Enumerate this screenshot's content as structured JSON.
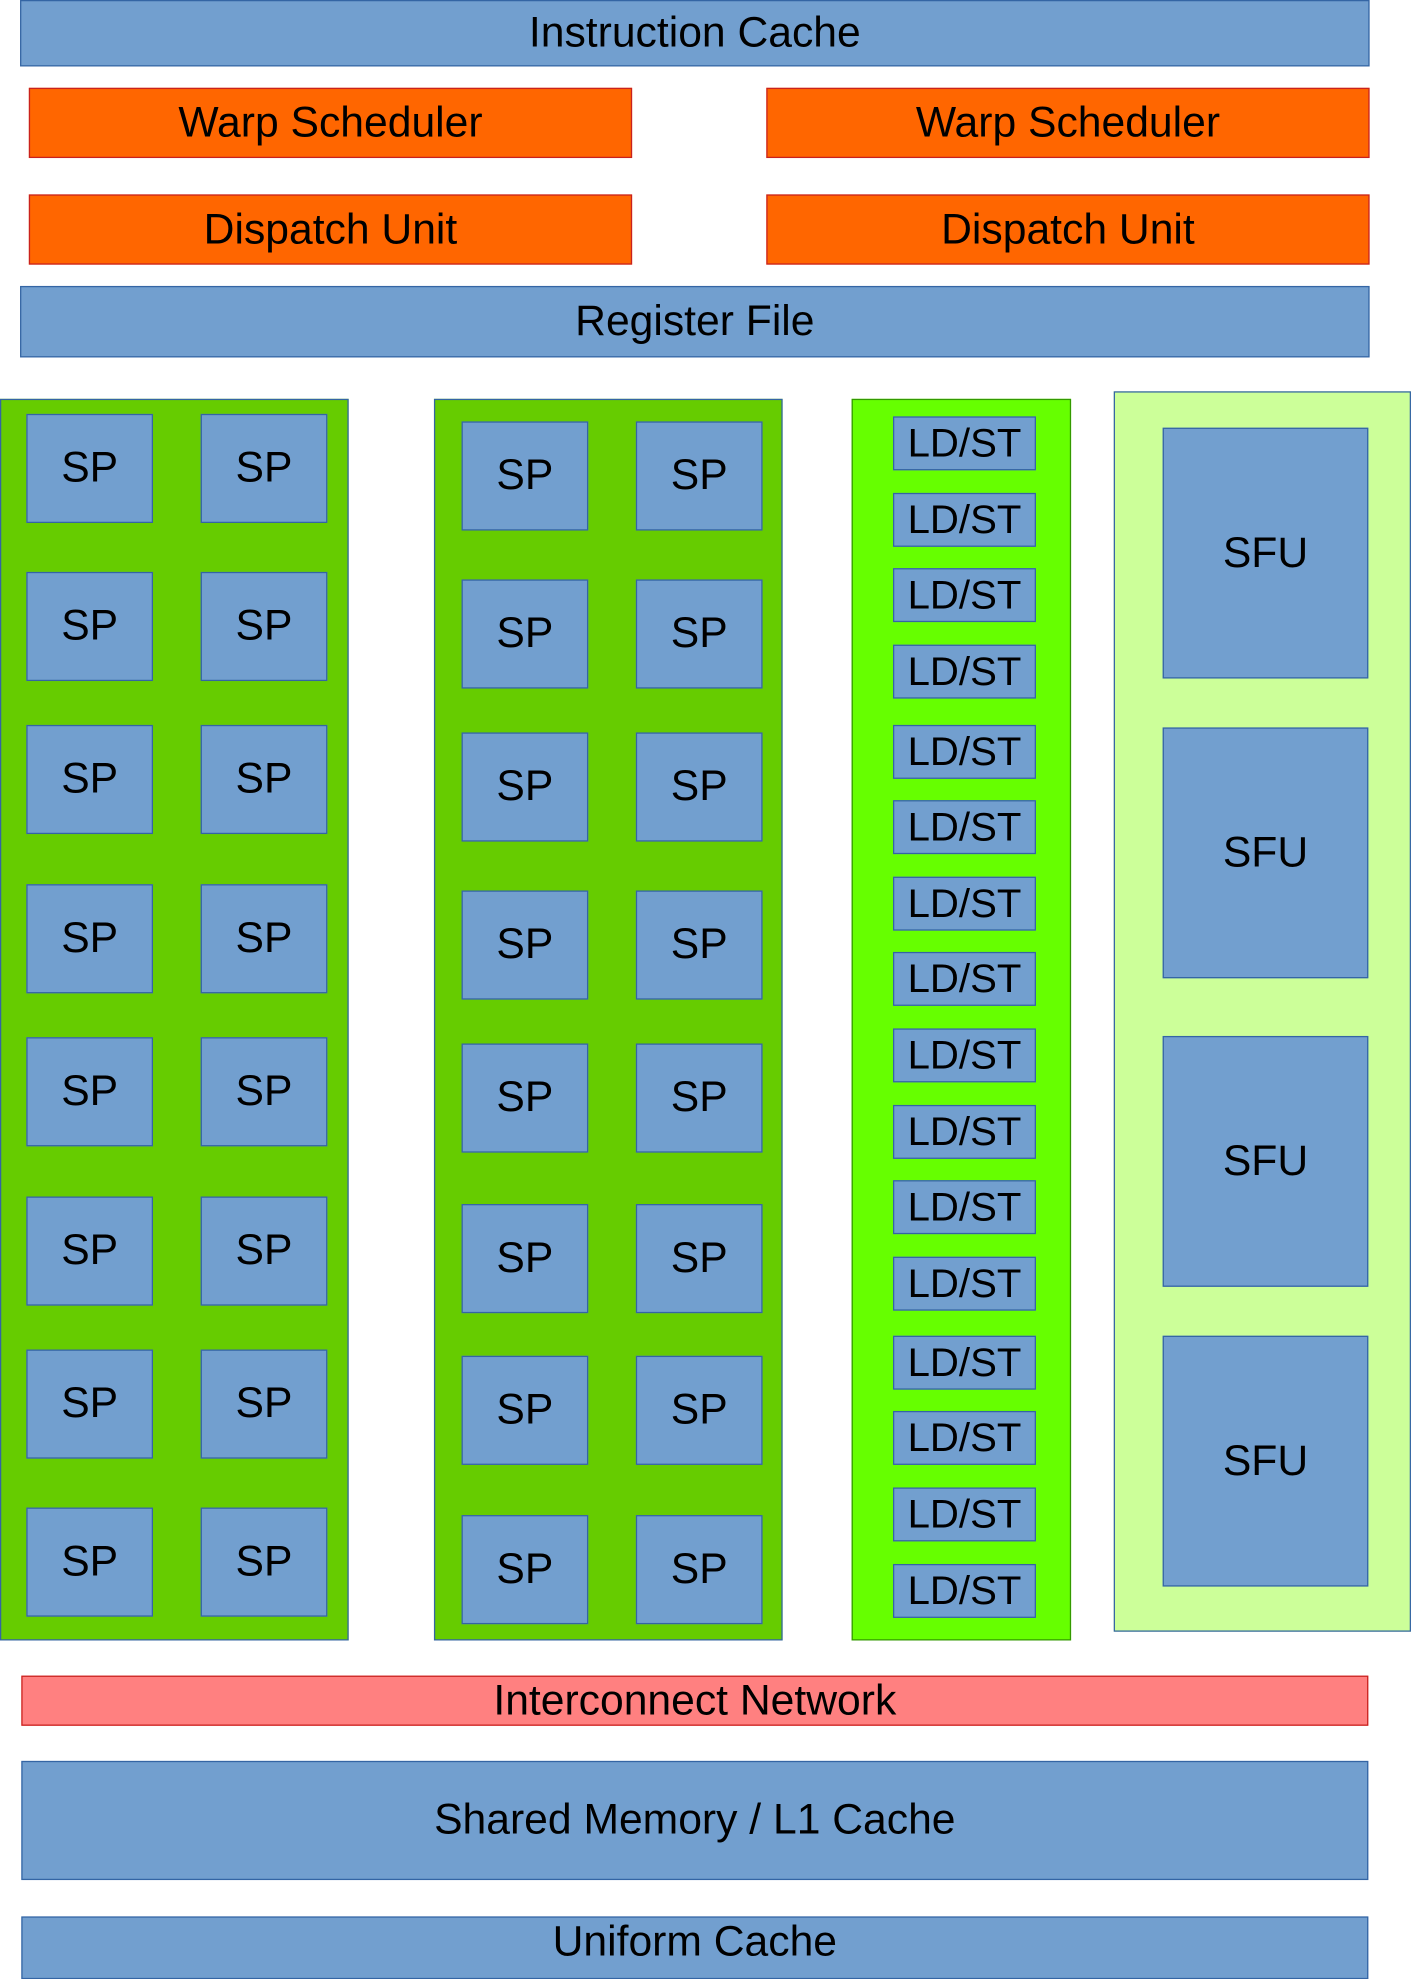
{
  "top": {
    "instruction_cache": "Instruction Cache",
    "warp_schedulers": [
      "Warp Scheduler",
      "Warp Scheduler"
    ],
    "dispatch_units": [
      "Dispatch Unit",
      "Dispatch Unit"
    ],
    "register_file": "Register File"
  },
  "cores": {
    "sp_label": "SP",
    "sp_groups": 2,
    "sp_per_group": 16,
    "ldst_label": "LD/ST",
    "ldst_count": 16,
    "sfu_label": "SFU",
    "sfu_count": 4
  },
  "bottom": {
    "interconnect": "Interconnect Network",
    "shared_memory": "Shared Memory / L1 Cache",
    "uniform_cache": "Uniform Cache"
  },
  "colors": {
    "unit_blue": "#729fcf",
    "scheduler_orange": "#ff6600",
    "sp_panel_green": "#66cc00",
    "ldst_panel_green": "#66ff00",
    "sfu_panel_green": "#ccff99",
    "interconnect_red": "#ff8080"
  }
}
